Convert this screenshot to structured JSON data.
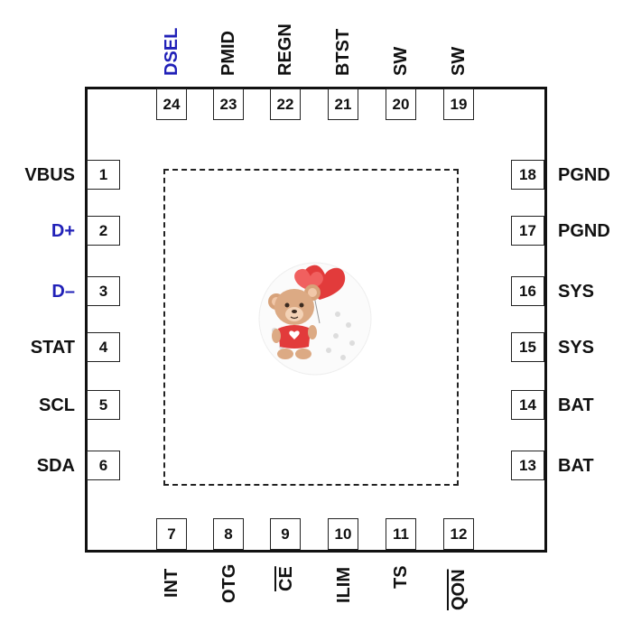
{
  "pins": {
    "p1": "1",
    "p2": "2",
    "p3": "3",
    "p4": "4",
    "p5": "5",
    "p6": "6",
    "p7": "7",
    "p8": "8",
    "p9": "9",
    "p10": "10",
    "p11": "11",
    "p12": "12",
    "p13": "13",
    "p14": "14",
    "p15": "15",
    "p16": "16",
    "p17": "17",
    "p18": "18",
    "p19": "19",
    "p20": "20",
    "p21": "21",
    "p22": "22",
    "p23": "23",
    "p24": "24"
  },
  "labels": {
    "l1": "VBUS",
    "l2": "D+",
    "l3": "D–",
    "l4": "STAT",
    "l5": "SCL",
    "l6": "SDA",
    "l7": "INT",
    "l8": "OTG",
    "l9": "CE",
    "l10": "ILIM",
    "l11": "TS",
    "l12": "QON",
    "l13": "BAT",
    "l14": "BAT",
    "l15": "SYS",
    "l16": "SYS",
    "l17": "PGND",
    "l18": "PGND",
    "l19": "SW",
    "l20": "SW",
    "l21": "BTST",
    "l22": "REGN",
    "l23": "PMID",
    "l24": "DSEL"
  },
  "colors": {
    "signal_blue": "#2121b8",
    "outline": "#111111",
    "heart_red": "#e23b3b"
  },
  "icons": {
    "logo": "teddy-bear-with-heart-balloon-icon"
  }
}
